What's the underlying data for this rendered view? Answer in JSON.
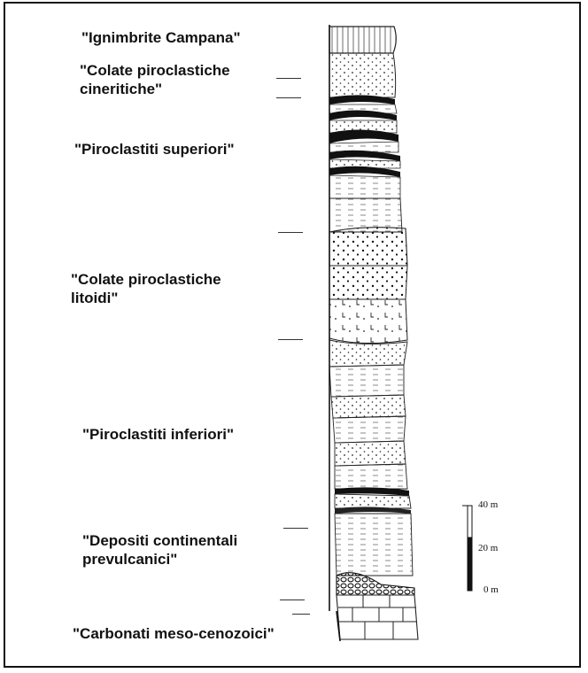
{
  "units": [
    {
      "id": "ignimbrite",
      "label": "\"Ignimbrite Campana\""
    },
    {
      "id": "colate-cineritiche",
      "label_line1": "\"Colate piroclastiche",
      "label_line2": "cineritiche\""
    },
    {
      "id": "piroclastiti-superiori",
      "label": "\"Piroclastiti superiori\""
    },
    {
      "id": "colate-litoidi",
      "label_line1": "\"Colate piroclastiche",
      "label_line2": "litoidi\""
    },
    {
      "id": "piroclastiti-inferiori",
      "label": "\"Piroclastiti inferiori\""
    },
    {
      "id": "depositi-continentali",
      "label_line1": "\"Depositi continentali",
      "label_line2": "prevulcanici\""
    },
    {
      "id": "carbonati",
      "label": "\"Carbonati meso-cenozoici\""
    }
  ],
  "scale_bar": {
    "top_label": "40 m",
    "mid_label": "20 m",
    "bottom_label": "0 m"
  }
}
